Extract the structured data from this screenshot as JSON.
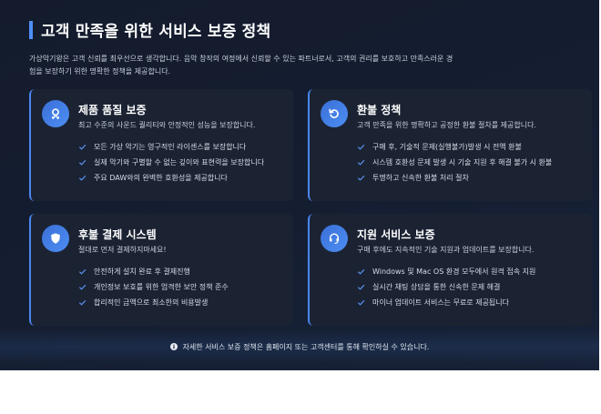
{
  "header": {
    "title": "고객 만족을 위한 서비스 보증 정책",
    "intro": "가상악기왕은 고객 신뢰를 최우선으로 생각합니다. 음악 창작의 여정에서 신뢰할 수 있는 파트너로서, 고객의 권리를 보호하고 만족스러운 경험을 보장하기 위한 명확한 정책을 제공합니다."
  },
  "cards": [
    {
      "icon": "award-icon",
      "title": "제품 품질 보증",
      "description": "최고 수준의 사운드 퀄리티와 안정적인 성능을 보장합니다.",
      "items": [
        "모든 가상 악기는 영구적인 라이센스를 보장합니다",
        "실제 악기와 구별할 수 없는 깊이와 표현력을 보장합니다",
        "주요 DAW와의 완벽한 호환성을 제공합니다"
      ]
    },
    {
      "icon": "undo-icon",
      "title": "환불 정책",
      "description": "고객 만족을 위한 명확하고 공정한 환불 절차를 제공합니다.",
      "items": [
        "구매 후, 기술적 문제(실행불가)발생 시 전액 환불",
        "시스템 호환성 문제 발생 시 기술 지원 후 해결 불가 시 환불",
        "투명하고 신속한 환불 처리 절차"
      ]
    },
    {
      "icon": "shield-icon",
      "title": "후불 결제 시스템",
      "description": "절대로 먼저 결제하지마세요!",
      "items": [
        "안전하게 설치 완료 후 결제진행",
        "개인정보 보호를 위한 엄격한 보안 정책 준수",
        "합리적인 금액으로 최소한의 비용발생"
      ]
    },
    {
      "icon": "headset-icon",
      "title": "지원 서비스 보증",
      "description": "구매 후에도 지속적인 기술 지원과 업데이트를 보장합니다.",
      "items": [
        "Windows 및 Mac OS 환경 모두에서 원격 접속 지원",
        "실시간 채팅 상담을 통한 신속한 문제 해결",
        "마이너 업데이트 서비스는 무료로 제공됩니다"
      ]
    }
  ],
  "footer": {
    "icon": "info-icon",
    "text": "자세한 서비스 보증 정책은 홈페이지 또는 고객센터를 통해 확인하실 수 있습니다."
  },
  "colors": {
    "background": "#141c2e",
    "card": "#1b2333",
    "accent": "#4f8ef7",
    "text": "#ffffff",
    "muted_text": "#c9d0dc"
  }
}
